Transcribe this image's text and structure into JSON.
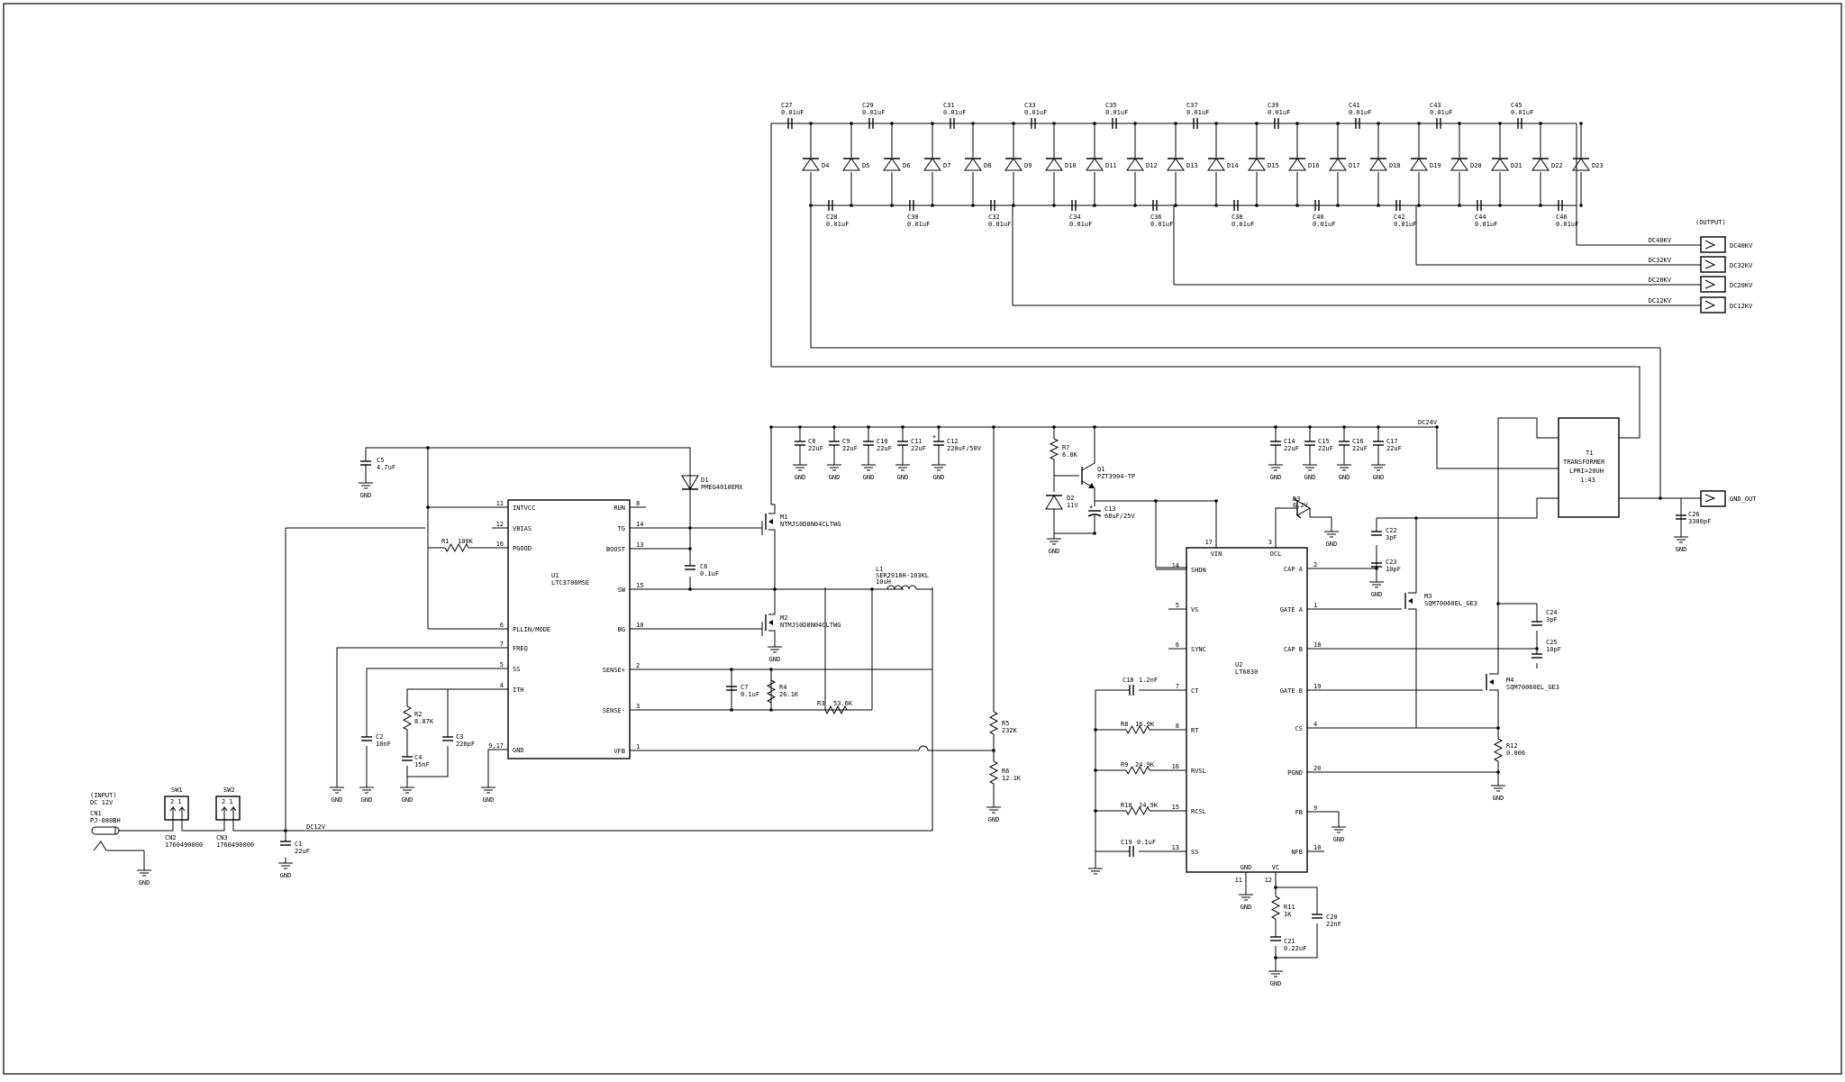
{
  "sheet_name": "hv-power-supply-schematic",
  "input": {
    "header": "(INPUT)",
    "voltage": "DC 12V",
    "connector_ref": "CN1",
    "connector_part": "PJ-080BH"
  },
  "switches": [
    {
      "ref": "SW1",
      "pins": "2 1",
      "conn_ref": "CN2",
      "part": "1760490000"
    },
    {
      "ref": "SW2",
      "pins": "2 1",
      "conn_ref": "CN3",
      "part": "1760490000"
    }
  ],
  "nets": {
    "dc12v": "DC12V",
    "dc24v": "DC24V",
    "gnd": "GND",
    "gnd_out": "GND_OUT"
  },
  "u1": {
    "ref": "U1",
    "part": "LTC3786MSE",
    "left_pins": [
      {
        "num": "11",
        "name": "INTVCC"
      },
      {
        "num": "12",
        "name": "VBIAS"
      },
      {
        "num": "16",
        "name": "PGOOD"
      },
      {
        "num": "6",
        "name": "PLLIN/MODE"
      },
      {
        "num": "7",
        "name": "FREQ"
      },
      {
        "num": "5",
        "name": "SS"
      },
      {
        "num": "4",
        "name": "ITH"
      },
      {
        "num": "9,17",
        "name": "GND"
      }
    ],
    "right_pins": [
      {
        "num": "8",
        "name": "RUN"
      },
      {
        "num": "14",
        "name": "TG"
      },
      {
        "num": "13",
        "name": "BOOST"
      },
      {
        "num": "15",
        "name": "SW"
      },
      {
        "num": "10",
        "name": "BG"
      },
      {
        "num": "2",
        "name": "SENSE+"
      },
      {
        "num": "3",
        "name": "SENSE-"
      },
      {
        "num": "1",
        "name": "VFB"
      }
    ]
  },
  "u2": {
    "ref": "U2",
    "part": "LT6830",
    "top_pins": [
      {
        "num": "17",
        "name": "VIN"
      },
      {
        "num": "3",
        "name": "OCL"
      }
    ],
    "left_pins": [
      {
        "num": "14",
        "name": "SHDN"
      },
      {
        "num": "5",
        "name": "VS"
      },
      {
        "num": "6",
        "name": "SYNC"
      },
      {
        "num": "7",
        "name": "CT"
      },
      {
        "num": "8",
        "name": "RT"
      },
      {
        "num": "16",
        "name": "RVSL"
      },
      {
        "num": "15",
        "name": "RCSL"
      },
      {
        "num": "13",
        "name": "SS"
      }
    ],
    "right_pins": [
      {
        "num": "2",
        "name": "CAP A"
      },
      {
        "num": "1",
        "name": "GATE A"
      },
      {
        "num": "18",
        "name": "CAP B"
      },
      {
        "num": "19",
        "name": "GATE B"
      },
      {
        "num": "4",
        "name": "CS"
      },
      {
        "num": "20",
        "name": "PGND"
      },
      {
        "num": "9",
        "name": "FB"
      },
      {
        "num": "10",
        "name": "NFB"
      }
    ],
    "bottom_pins": [
      {
        "num": "11",
        "name": "GND"
      },
      {
        "num": "12",
        "name": "VC"
      }
    ]
  },
  "transformer": {
    "ref": "T1",
    "name": "TRANSFORMER",
    "spec": "LPRI=20UH",
    "ratio": "1:43"
  },
  "outputs": {
    "header": "(OUTPUT)",
    "items": [
      {
        "net": "DC40KV",
        "label": "DC40KV"
      },
      {
        "net": "DC32KV",
        "label": "DC32KV"
      },
      {
        "net": "DC20KV",
        "label": "DC20KV"
      },
      {
        "net": "DC12KV",
        "label": "DC12KV"
      }
    ],
    "gnd_out": "GND_OUT"
  },
  "multiplier": {
    "top_caps": [
      {
        "ref": "C27",
        "value": "0.01uF"
      },
      {
        "ref": "C29",
        "value": "0.01uF"
      },
      {
        "ref": "C31",
        "value": "0.01uF"
      },
      {
        "ref": "C33",
        "value": "0.01uF"
      },
      {
        "ref": "C35",
        "value": "0.01uF"
      },
      {
        "ref": "C37",
        "value": "0.01uF"
      },
      {
        "ref": "C39",
        "value": "0.01uF"
      },
      {
        "ref": "C41",
        "value": "0.01uF"
      },
      {
        "ref": "C43",
        "value": "0.01uF"
      },
      {
        "ref": "C45",
        "value": "0.01uF"
      }
    ],
    "bottom_caps": [
      {
        "ref": "C28",
        "value": "0.01uF"
      },
      {
        "ref": "C30",
        "value": "0.01uF"
      },
      {
        "ref": "C32",
        "value": "0.01uF"
      },
      {
        "ref": "C34",
        "value": "0.01uF"
      },
      {
        "ref": "C36",
        "value": "0.01uF"
      },
      {
        "ref": "C38",
        "value": "0.01uF"
      },
      {
        "ref": "C40",
        "value": "0.01uF"
      },
      {
        "ref": "C42",
        "value": "0.01uF"
      },
      {
        "ref": "C44",
        "value": "0.01uF"
      },
      {
        "ref": "C46",
        "value": "0.01uF"
      }
    ],
    "diodes": [
      "D4",
      "D5",
      "D6",
      "D7",
      "D8",
      "D9",
      "D10",
      "D11",
      "D12",
      "D13",
      "D14",
      "D15",
      "D16",
      "D17",
      "D18",
      "D19",
      "D20",
      "D21",
      "D22",
      "D23"
    ]
  },
  "bulk_caps_24v": [
    {
      "ref": "C8",
      "value": "22uF"
    },
    {
      "ref": "C9",
      "value": "22uF"
    },
    {
      "ref": "C10",
      "value": "22uF"
    },
    {
      "ref": "C11",
      "value": "22uF"
    },
    {
      "ref": "C12",
      "value": "220uF/50V"
    }
  ],
  "bulk_caps_u2": [
    {
      "ref": "C14",
      "value": "22uF"
    },
    {
      "ref": "C15",
      "value": "22uF"
    },
    {
      "ref": "C16",
      "value": "22uF"
    },
    {
      "ref": "C17",
      "value": "22uF"
    }
  ],
  "parts": {
    "C1": {
      "ref": "C1",
      "value": "22uF"
    },
    "C2": {
      "ref": "C2",
      "value": "10nF"
    },
    "C3": {
      "ref": "C3",
      "value": "220pF"
    },
    "C4": {
      "ref": "C4",
      "value": "15nF"
    },
    "C5": {
      "ref": "C5",
      "value": "4.7uF"
    },
    "C6": {
      "ref": "C6",
      "value": "0.1uF"
    },
    "C7": {
      "ref": "C7",
      "value": "0.1uF"
    },
    "C13": {
      "ref": "C13",
      "value": "68uF/25V"
    },
    "C18": {
      "ref": "C18",
      "value": "1.2nF"
    },
    "C19": {
      "ref": "C19",
      "value": "0.1uF"
    },
    "C20": {
      "ref": "C20",
      "value": "22nF"
    },
    "C21": {
      "ref": "C21",
      "value": "0.22uF"
    },
    "C22": {
      "ref": "C22",
      "value": "3pF"
    },
    "C23": {
      "ref": "C23",
      "value": "10pF"
    },
    "C24": {
      "ref": "C24",
      "value": "3pF"
    },
    "C25": {
      "ref": "C25",
      "value": "10pF"
    },
    "C26": {
      "ref": "C26",
      "value": "3300pF"
    },
    "R1": {
      "ref": "R1",
      "value": "100K"
    },
    "R2": {
      "ref": "R2",
      "value": "8.87K"
    },
    "R3": {
      "ref": "R3",
      "value": "53.6K"
    },
    "R4": {
      "ref": "R4",
      "value": "26.1K"
    },
    "R5": {
      "ref": "R5",
      "value": "232K"
    },
    "R6": {
      "ref": "R6",
      "value": "12.1K"
    },
    "R7": {
      "ref": "R7",
      "value": "6.8K"
    },
    "R8": {
      "ref": "R8",
      "value": "16.9K"
    },
    "R9": {
      "ref": "R9",
      "value": "24.9K"
    },
    "R10": {
      "ref": "R10",
      "value": "24.9K"
    },
    "R11": {
      "ref": "R11",
      "value": "1K"
    },
    "R12": {
      "ref": "R12",
      "value": "0.006"
    },
    "D1": {
      "ref": "D1",
      "value": "PMEG4010EMX"
    },
    "D2": {
      "ref": "D2",
      "value": "11V"
    },
    "D3": {
      "ref": "D3",
      "value": "6.2V"
    },
    "Q1": {
      "ref": "Q1",
      "value": "PZT3904-TP"
    },
    "L1": {
      "ref": "L1",
      "value": "SER2918H-103KL",
      "value2": "10uH"
    },
    "M1": {
      "ref": "M1",
      "value": "NTMJS0D8N04CLTWG"
    },
    "M2": {
      "ref": "M2",
      "value": "NTMJS0D8N04CLTWG"
    },
    "M3": {
      "ref": "M3",
      "value": "SQM70060EL_GE3"
    },
    "M4": {
      "ref": "M4",
      "value": "SQM70060EL_GE3"
    }
  }
}
